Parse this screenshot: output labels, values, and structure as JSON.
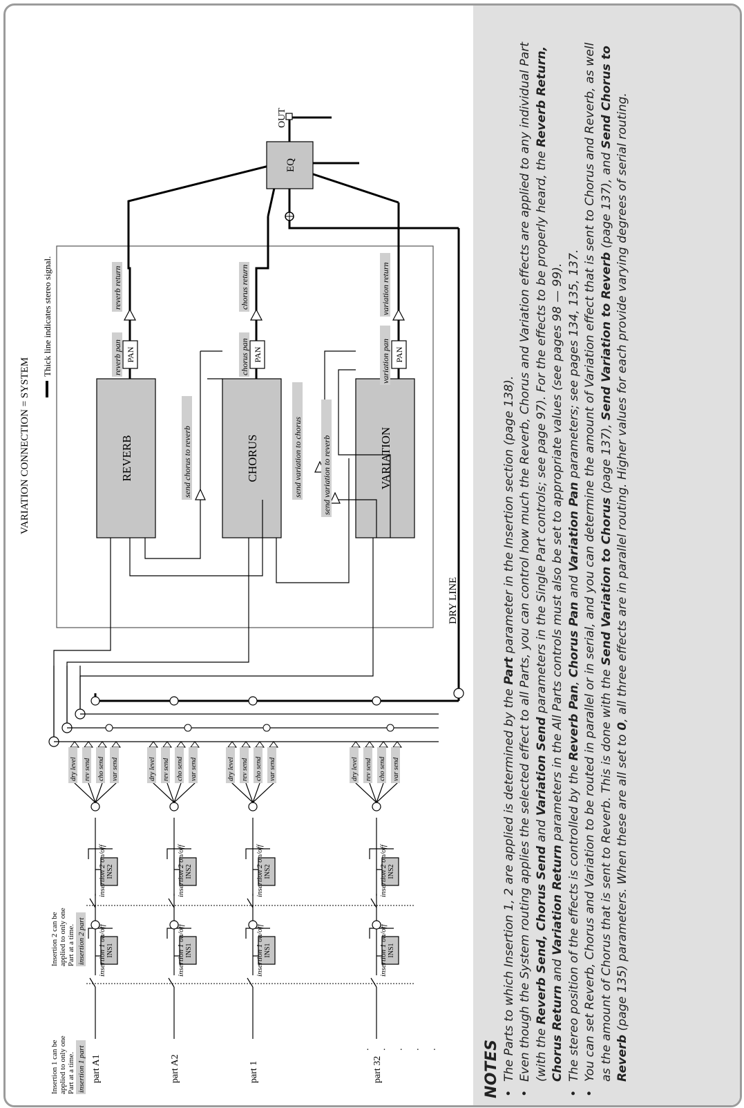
{
  "diagram": {
    "title": "VARIATION CONNECTION = SYSTEM",
    "legend": "Thick line indicates stereo signal.",
    "dry_line": "DRY LINE",
    "out": "OUT",
    "eq": "EQ",
    "blocks": {
      "reverb": "REVERB",
      "chorus": "CHORUS",
      "variation": "VARIATION"
    },
    "pan": "PAN",
    "pans": {
      "reverb": "reverb pan",
      "chorus": "chorus pan",
      "variation": "variation pan"
    },
    "returns": {
      "reverb": "reverb return",
      "chorus": "chorus return",
      "variation": "variation return"
    },
    "sends": {
      "chorus_to_reverb": "send chorus to reverb",
      "variation_to_chorus": "send variation to chorus",
      "variation_to_reverb": "send variation to reverb"
    },
    "insertion1_note": [
      "Insertion 1 can be",
      "applied to only one",
      "Part at a time."
    ],
    "insertion1_part": "insertion 1 part",
    "insertion2_note": [
      "Insertion 2 can be",
      "applied to only one",
      "Part at a time."
    ],
    "insertion2_part": "insertion 2 part",
    "ins1": "INS1",
    "ins2": "INS2",
    "ins1_switch": "insertion 1 on/off",
    "ins2_switch": "insertion 2 on/off",
    "parts": [
      "part  A1",
      "part  A2",
      "part  1",
      "part  32"
    ],
    "part_sends": [
      "dry level",
      "rev send",
      "cho send",
      "var send"
    ],
    "ellipsis": "·  ·  ·  ·  ·"
  },
  "notes": {
    "heading": "NOTES",
    "items": [
      {
        "pre": "The Parts to which Insertion 1, 2 are applied is determined by the ",
        "b1": "Part",
        "post": " parameter in the Insertion section (page 138)."
      },
      {
        "pre": "Even though the System routing applies the selected effect to all Parts, you can control how much the Reverb, Chorus and Variation effects are applied to any individual Part (with the ",
        "b1": "Reverb Send, Chorus Send",
        "mid1": " and ",
        "b2": "Variation Send",
        "mid2": " parameters in the Single Part controls; see page 97). For the effects to be properly heard, the ",
        "b3": "Reverb Return, Chorus Return",
        "mid3": " and ",
        "b4": "Variation Return",
        "post": " parameters in the All Parts controls must also be set to appropriate values (see pages 98 — 99)."
      },
      {
        "pre": "The stereo position of the effects is controlled by the ",
        "b1": "Reverb Pan",
        "mid1": ", ",
        "b2": "Chorus Pan",
        "mid2": " and ",
        "b3": "Variation Pan",
        "post": " parameters; see pages 134, 135, 137."
      },
      {
        "pre": "You can set Reverb, Chorus and Variation to be routed in parallel or in serial, and you can determine the amount of Variation effect that is sent to Chorus and Reverb, as well as the amount of Chorus that is sent to Reverb. This is done with the ",
        "b1": "Send Variation to Chorus",
        "mid1": " (page 137), ",
        "b2": "Send Variation to Reverb",
        "mid2": " (page 137), and ",
        "b3": "Send Chorus to Reverb",
        "mid3": " (page 135) parameters. When these are all set to ",
        "b4": "0",
        "post": ", all three effects are in parallel routing. Higher values for each provide varying degrees of serial routing."
      }
    ]
  }
}
